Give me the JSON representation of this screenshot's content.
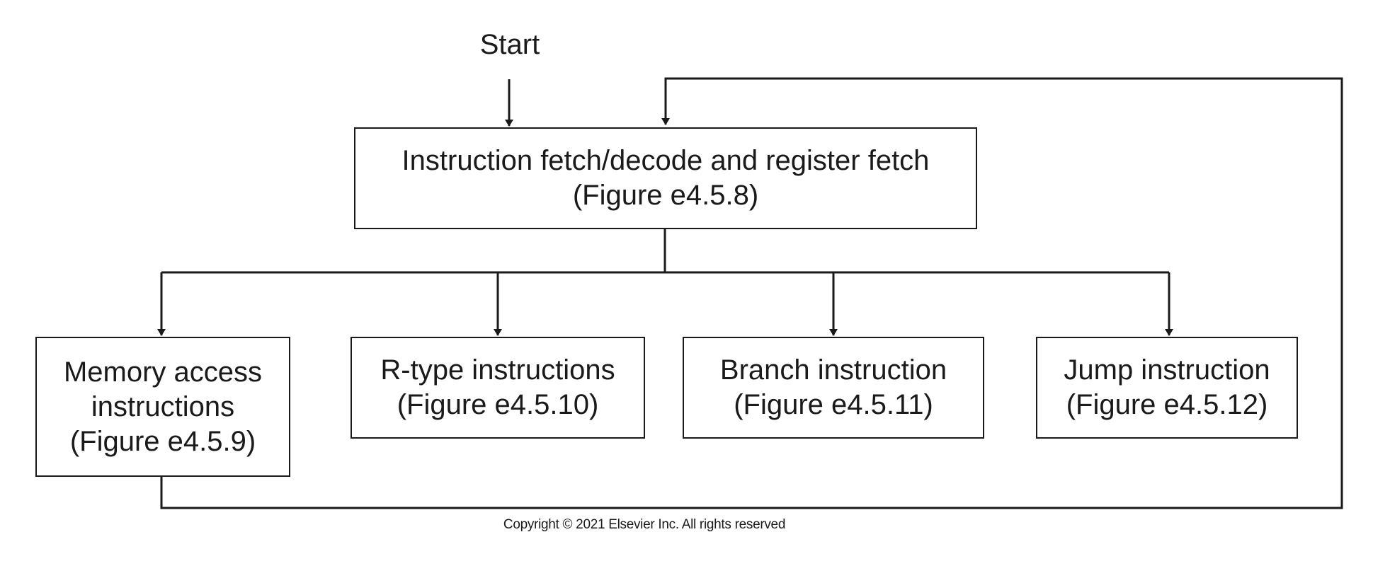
{
  "start": {
    "label": "Start"
  },
  "fetch_decode": {
    "title": "Instruction fetch/decode and register fetch",
    "figure": "(Figure e4.5.8)"
  },
  "branches": [
    {
      "line1": "Memory access",
      "line2": "instructions",
      "figure": "(Figure e4.5.9)"
    },
    {
      "line1": "R-type instructions",
      "figure": "(Figure e4.5.10)"
    },
    {
      "line1": "Branch instruction",
      "figure": "(Figure e4.5.11)"
    },
    {
      "line1": "Jump instruction",
      "figure": "(Figure e4.5.12)"
    }
  ],
  "copyright": "Copyright © 2021 Elsevier Inc. All rights reserved",
  "colors": {
    "stroke": "#1a1a1a",
    "background": "#ffffff"
  }
}
